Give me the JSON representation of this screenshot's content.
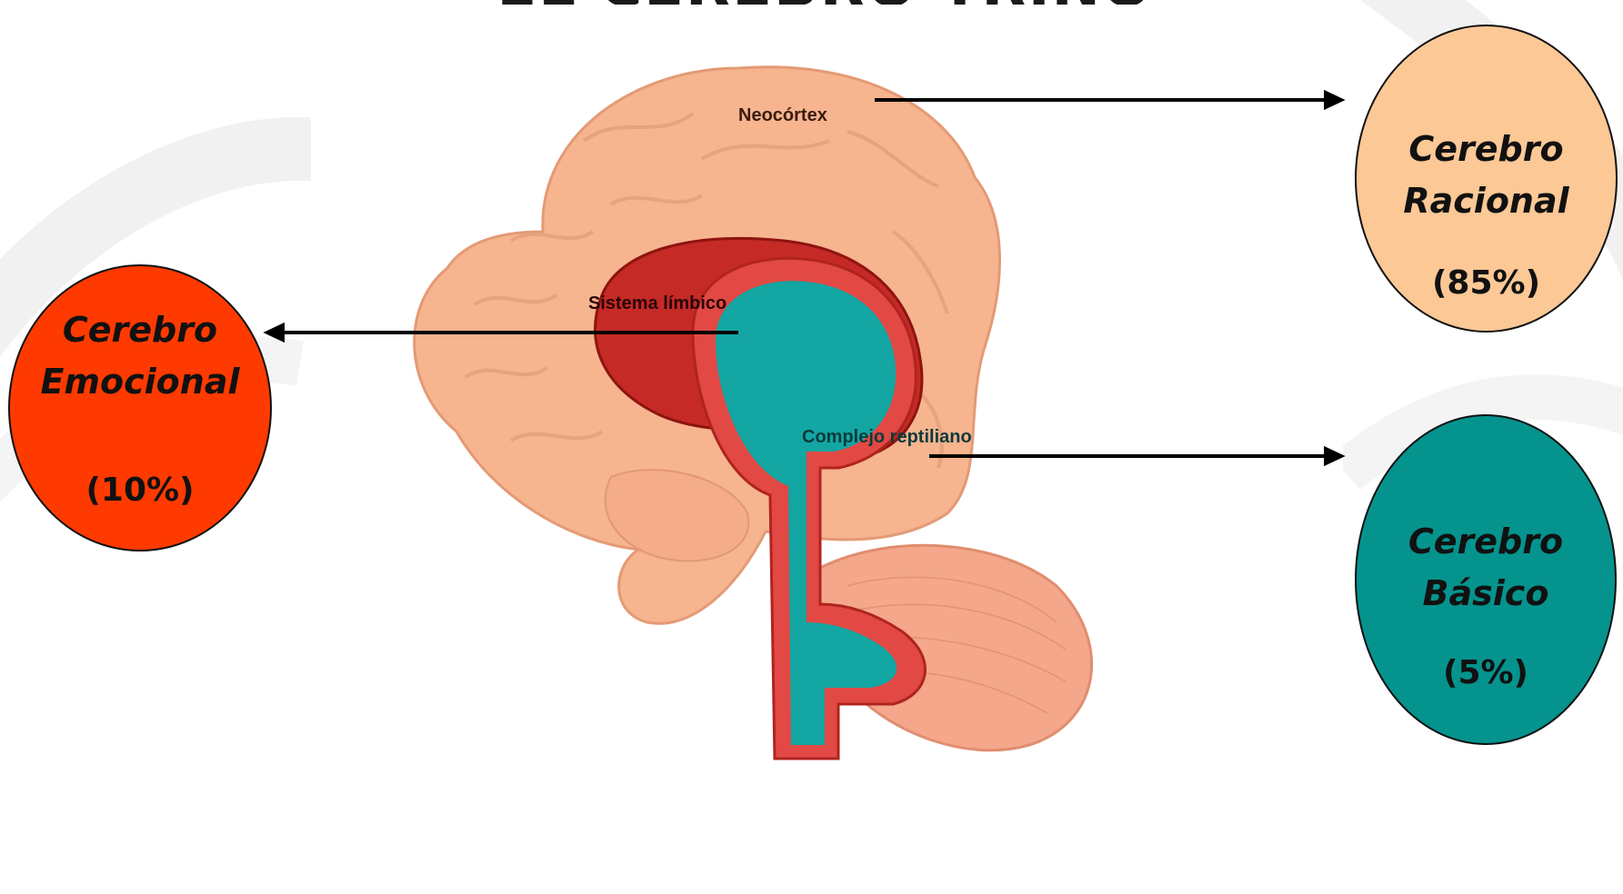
{
  "title": "EL CEREBRO TRINO",
  "brain_labels": {
    "neocortex": "Neocórtex",
    "limbic": "Sistema límbico",
    "reptilian": "Complejo reptiliano"
  },
  "bubbles": {
    "emotional": {
      "line1": "Cerebro",
      "line2": "Emocional",
      "percent": "(10%)",
      "color": "#ff3a00"
    },
    "rational": {
      "line1": "Cerebro",
      "line2": "Racional",
      "percent": "(85%)",
      "color": "#fbc896"
    },
    "basic": {
      "line1": "Cerebro",
      "line2": "Básico",
      "percent": "(5%)",
      "color": "#05938e"
    }
  },
  "colors": {
    "brain": "#f6b48f",
    "limbic": "#d42f2b",
    "reptilian": "#13a6a3",
    "arrow": "#000000"
  }
}
